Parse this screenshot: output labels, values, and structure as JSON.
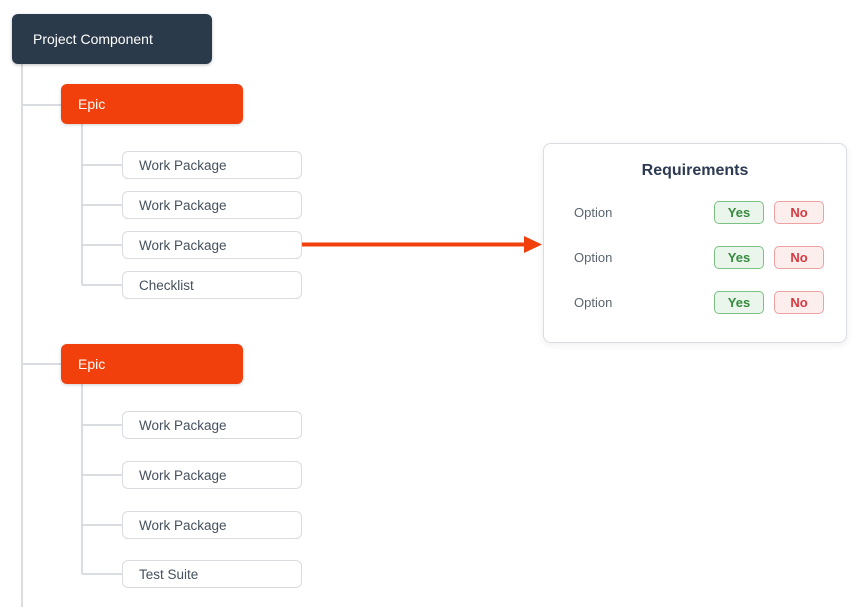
{
  "diagram": {
    "root": {
      "label": "Project Component"
    },
    "epics": [
      {
        "label": "Epic",
        "children": [
          {
            "label": "Work Package"
          },
          {
            "label": "Work Package"
          },
          {
            "label": "Work Package"
          },
          {
            "label": "Checklist"
          }
        ]
      },
      {
        "label": "Epic",
        "children": [
          {
            "label": "Work Package"
          },
          {
            "label": "Work Package"
          },
          {
            "label": "Work Package"
          },
          {
            "label": "Test Suite"
          }
        ]
      }
    ]
  },
  "requirements": {
    "title": "Requirements",
    "rows": [
      {
        "label": "Option",
        "yes_label": "Yes",
        "no_label": "No"
      },
      {
        "label": "Option",
        "yes_label": "Yes",
        "no_label": "No"
      },
      {
        "label": "Option",
        "yes_label": "Yes",
        "no_label": "No"
      }
    ]
  },
  "colors": {
    "root_bg": "#2b3a4a",
    "epic_bg": "#f2400d",
    "arrow": "#f2400d",
    "connector": "#d9dce1",
    "node_border": "#d9dce1",
    "node_text": "#45515e",
    "panel_title": "#2c3a52",
    "option_text": "#5b6570",
    "yes_bg": "#eaf6ec",
    "yes_border": "#7cc183",
    "yes_text": "#378a3e",
    "no_bg": "#fdeeee",
    "no_border": "#eda2a2",
    "no_text": "#d63a41"
  }
}
